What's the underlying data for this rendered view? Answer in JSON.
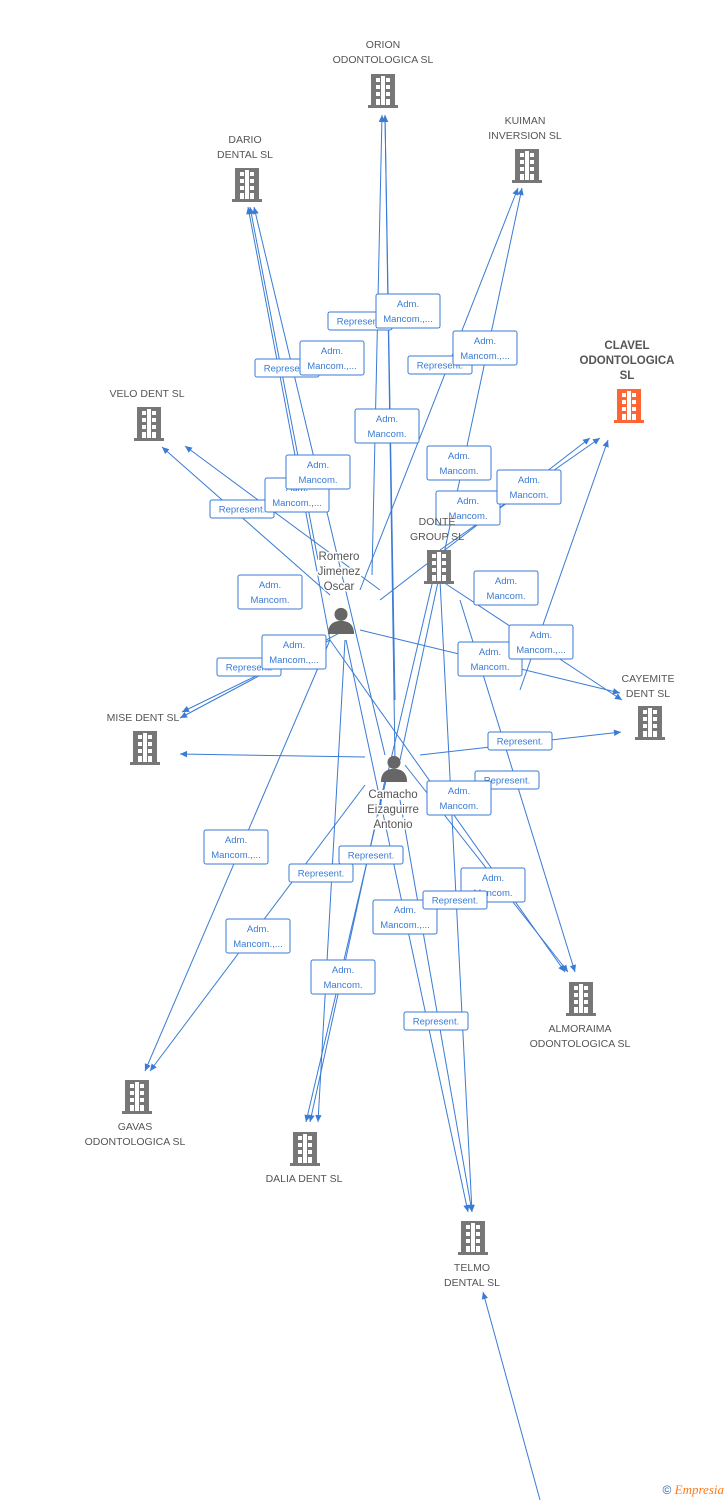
{
  "colors": {
    "edge": "#3a7bd5",
    "node": "#777777",
    "highlight": "#ff6633",
    "person": "#666666"
  },
  "nodes": [
    {
      "id": "orion",
      "label": [
        "ORION",
        "ODONTOLOGICA SL"
      ],
      "type": "company",
      "icon": "building-icon"
    },
    {
      "id": "kuiman",
      "label": [
        "KUIMAN",
        "INVERSION SL"
      ],
      "type": "company",
      "icon": "building-icon"
    },
    {
      "id": "dario",
      "label": [
        "DARIO",
        "DENTAL SL"
      ],
      "type": "company",
      "icon": "building-icon"
    },
    {
      "id": "clavel",
      "label": [
        "CLAVEL",
        "ODONTOLOGICA",
        "SL"
      ],
      "type": "company",
      "main": true,
      "icon": "building-icon"
    },
    {
      "id": "velo",
      "label": [
        "VELO DENT SL"
      ],
      "type": "company",
      "icon": "building-icon"
    },
    {
      "id": "donte",
      "label": [
        "DONTE",
        "GROUP SL"
      ],
      "type": "company",
      "icon": "building-icon"
    },
    {
      "id": "romero",
      "label": [
        "Romero",
        "Jimenez",
        "Oscar"
      ],
      "type": "person",
      "icon": "person-icon"
    },
    {
      "id": "cayemite",
      "label": [
        "CAYEMITE",
        "DENT SL"
      ],
      "type": "company",
      "icon": "building-icon"
    },
    {
      "id": "mise",
      "label": [
        "MISE DENT SL"
      ],
      "type": "company",
      "icon": "building-icon"
    },
    {
      "id": "camacho",
      "label": [
        "Camacho",
        "Eizaguirre",
        "Antonio"
      ],
      "type": "person",
      "icon": "person-icon"
    },
    {
      "id": "almoraima",
      "label": [
        "ALMORAIMA",
        "ODONTOLOGICA SL"
      ],
      "type": "company",
      "icon": "building-icon"
    },
    {
      "id": "gavas",
      "label": [
        "GAVAS",
        "ODONTOLOGICA SL"
      ],
      "type": "company",
      "icon": "building-icon"
    },
    {
      "id": "dalia",
      "label": [
        "DALIA DENT SL"
      ],
      "type": "company",
      "icon": "building-icon"
    },
    {
      "id": "telmo",
      "label": [
        "TELMO",
        "DENTAL SL"
      ],
      "type": "company",
      "icon": "building-icon"
    }
  ],
  "edge_labels": [
    [
      "Represent."
    ],
    [
      "Adm.",
      "Mancom.,..."
    ],
    [
      "Represent."
    ],
    [
      "Adm.",
      "Mancom.,..."
    ],
    [
      "Represent."
    ],
    [
      "Adm.",
      "Mancom.,..."
    ],
    [
      "Adm.",
      "Mancom."
    ],
    [
      "Adm.",
      "Mancom."
    ],
    [
      "Adm.",
      "Mancom."
    ],
    [
      "Represent."
    ],
    [
      "Adm.",
      "Mancom.,..."
    ],
    [
      "Represent."
    ],
    [
      "Adm.",
      "Mancom.,..."
    ],
    [
      "Adm.",
      "Mancom."
    ],
    [
      "Adm.",
      "Mancom."
    ],
    [
      "Adm.",
      "Mancom.,..."
    ],
    [
      "Represent."
    ],
    [
      "Represent."
    ],
    [
      "Adm.",
      "Mancom."
    ],
    [
      "Adm.",
      "Mancom."
    ],
    [
      "Adm.",
      "Mancom.,..."
    ],
    [
      "Represent."
    ],
    [
      "Represent."
    ],
    [
      "Adm.",
      "Mancom.,..."
    ],
    [
      "Represent."
    ],
    [
      "Adm.",
      "Mancom.,..."
    ],
    [
      "Adm.",
      "Mancom."
    ],
    [
      "Represent."
    ],
    [
      "Adm.",
      "Mancom."
    ],
    [
      "Adm.",
      "Mancom."
    ],
    [
      "Adm.",
      "Mancom."
    ]
  ],
  "footer": {
    "copyright": "©",
    "brand": "Empresia"
  }
}
